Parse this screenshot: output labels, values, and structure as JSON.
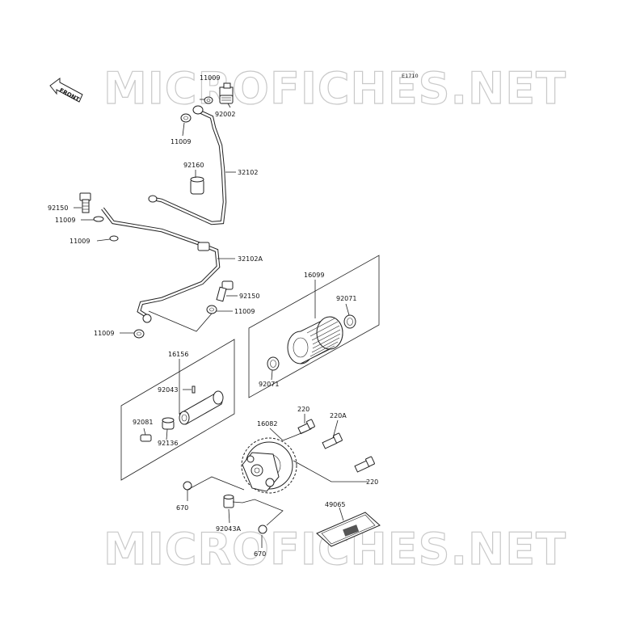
{
  "diagram_code": "E1710",
  "front_label": "FRONT",
  "watermark": "MICROFICHES.NET",
  "labels": {
    "l11009_a": "11009",
    "l92002": "92002",
    "l11009_b": "11009",
    "l92160": "92160",
    "l32102": "32102",
    "l92150_a": "92150",
    "l11009_c": "11009",
    "l11009_d": "11009",
    "l32102A": "32102A",
    "l92150_b": "92150",
    "l11009_e": "11009",
    "l11009_f": "11009",
    "l16099": "16099",
    "l92071_a": "92071",
    "l92071_b": "92071",
    "l16156": "16156",
    "l92043": "92043",
    "l92081": "92081",
    "l92136": "92136",
    "l16082": "16082",
    "l220_a": "220",
    "l220A": "220A",
    "l220_b": "220",
    "l670_a": "670",
    "l92043A": "92043A",
    "l49065": "49065",
    "l670_b": "670"
  }
}
